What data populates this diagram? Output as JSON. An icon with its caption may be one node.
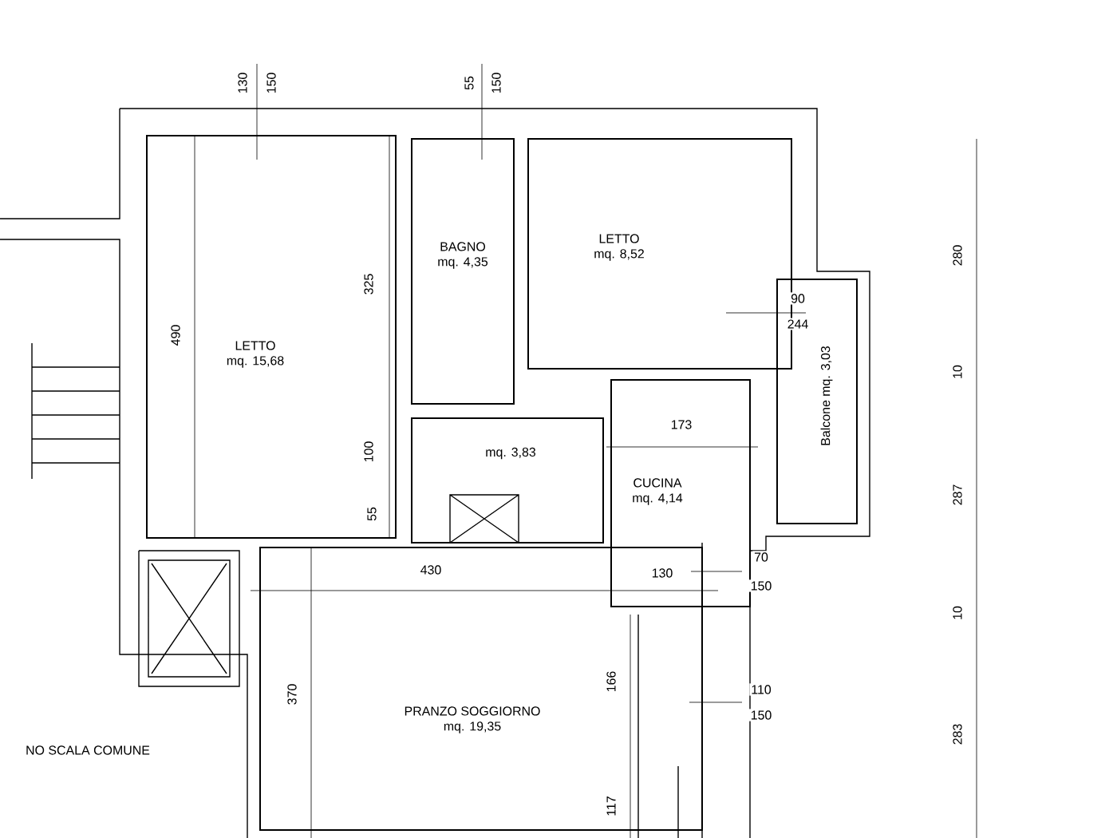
{
  "diagram": {
    "nodes": [
      {
        "text": [
          "LETTO",
          "mq. 15,68"
        ]
      },
      {
        "text": [
          "BAGNO",
          "mq. 4,35"
        ]
      },
      {
        "text": [
          "LETTO",
          "mq. 8,52"
        ]
      },
      {
        "text": [
          "mq. 3,83"
        ]
      },
      {
        "text": [
          "CUCINA",
          "mq. 4,14"
        ]
      },
      {
        "text": [
          "Balcone mq. 3,03"
        ]
      },
      {
        "text": [
          "PRANZO SOGGIORNO",
          "mq. 19,35"
        ]
      }
    ],
    "edges": [],
    "labels": [
      "130",
      "150",
      "55",
      "150",
      "280",
      "325",
      "490",
      "90",
      "244",
      "10",
      "173",
      "100",
      "287",
      "55",
      "430",
      "130",
      "70",
      "150",
      "10",
      "370",
      "166",
      "110",
      "150",
      "NO SCALA COMUNE",
      "283",
      "117"
    ]
  }
}
